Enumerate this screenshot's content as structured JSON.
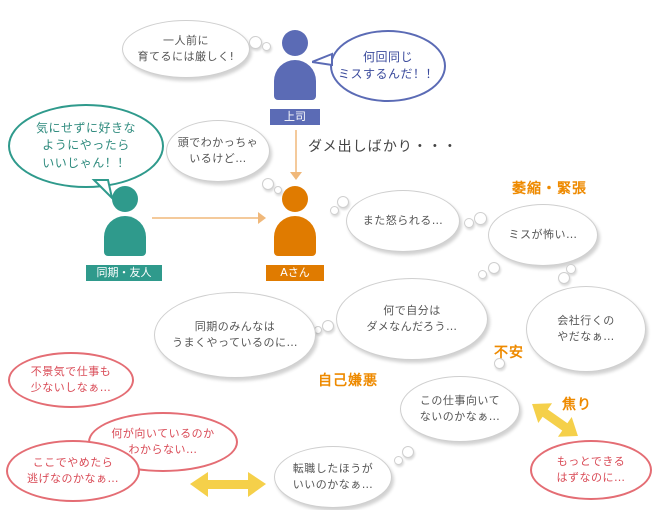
{
  "people": {
    "boss": {
      "label": "上司",
      "color": "#5b6bb5"
    },
    "a": {
      "label": "Aさん",
      "color": "#e07b00"
    },
    "peer": {
      "label": "同期・友人",
      "color": "#2f9a8c"
    }
  },
  "boss_arrow_caption": "ダメ出しばかり・・・",
  "speech": {
    "boss": "何回同じ\nミスするんだ！！",
    "peer": "気にせずに好きな\nようにやったら\nいいじゃん！！"
  },
  "thoughts": {
    "boss_mind": "一人前に\n育てるには厳しく!",
    "peer_mind": "頭でわかっちゃ\nいるけど…",
    "scolded": "また怒られる…",
    "scared": "ミスが怖い…",
    "why_me": "何で自分は\nダメなんだろう…",
    "others_fine": "同期のみんなは\nうまくやっているのに…",
    "dont_want_go": "会社行くの\nやだなぁ…",
    "suited": "この仕事向いて\nないのかなぁ…",
    "change_job": "転職したほうが\nいいのかなぁ…"
  },
  "emotions": {
    "shrink": "萎縮・緊張",
    "anxiety": "不安",
    "self_hate": "自己嫌悪",
    "impatience": "焦り"
  },
  "red_bubbles": {
    "recession": "不景気で仕事も\n少ないしなぁ…",
    "suitable": "何が向いているのか\nわからない…",
    "quit_escape": "ここでやめたら\n逃げなのかなぁ…",
    "can_do_more": "もっとできる\nはずなのに…"
  },
  "colors": {
    "arrow_yellow": "#f5d04a",
    "emotion_orange": "#ee8a00",
    "red_line": "#e46d74"
  }
}
